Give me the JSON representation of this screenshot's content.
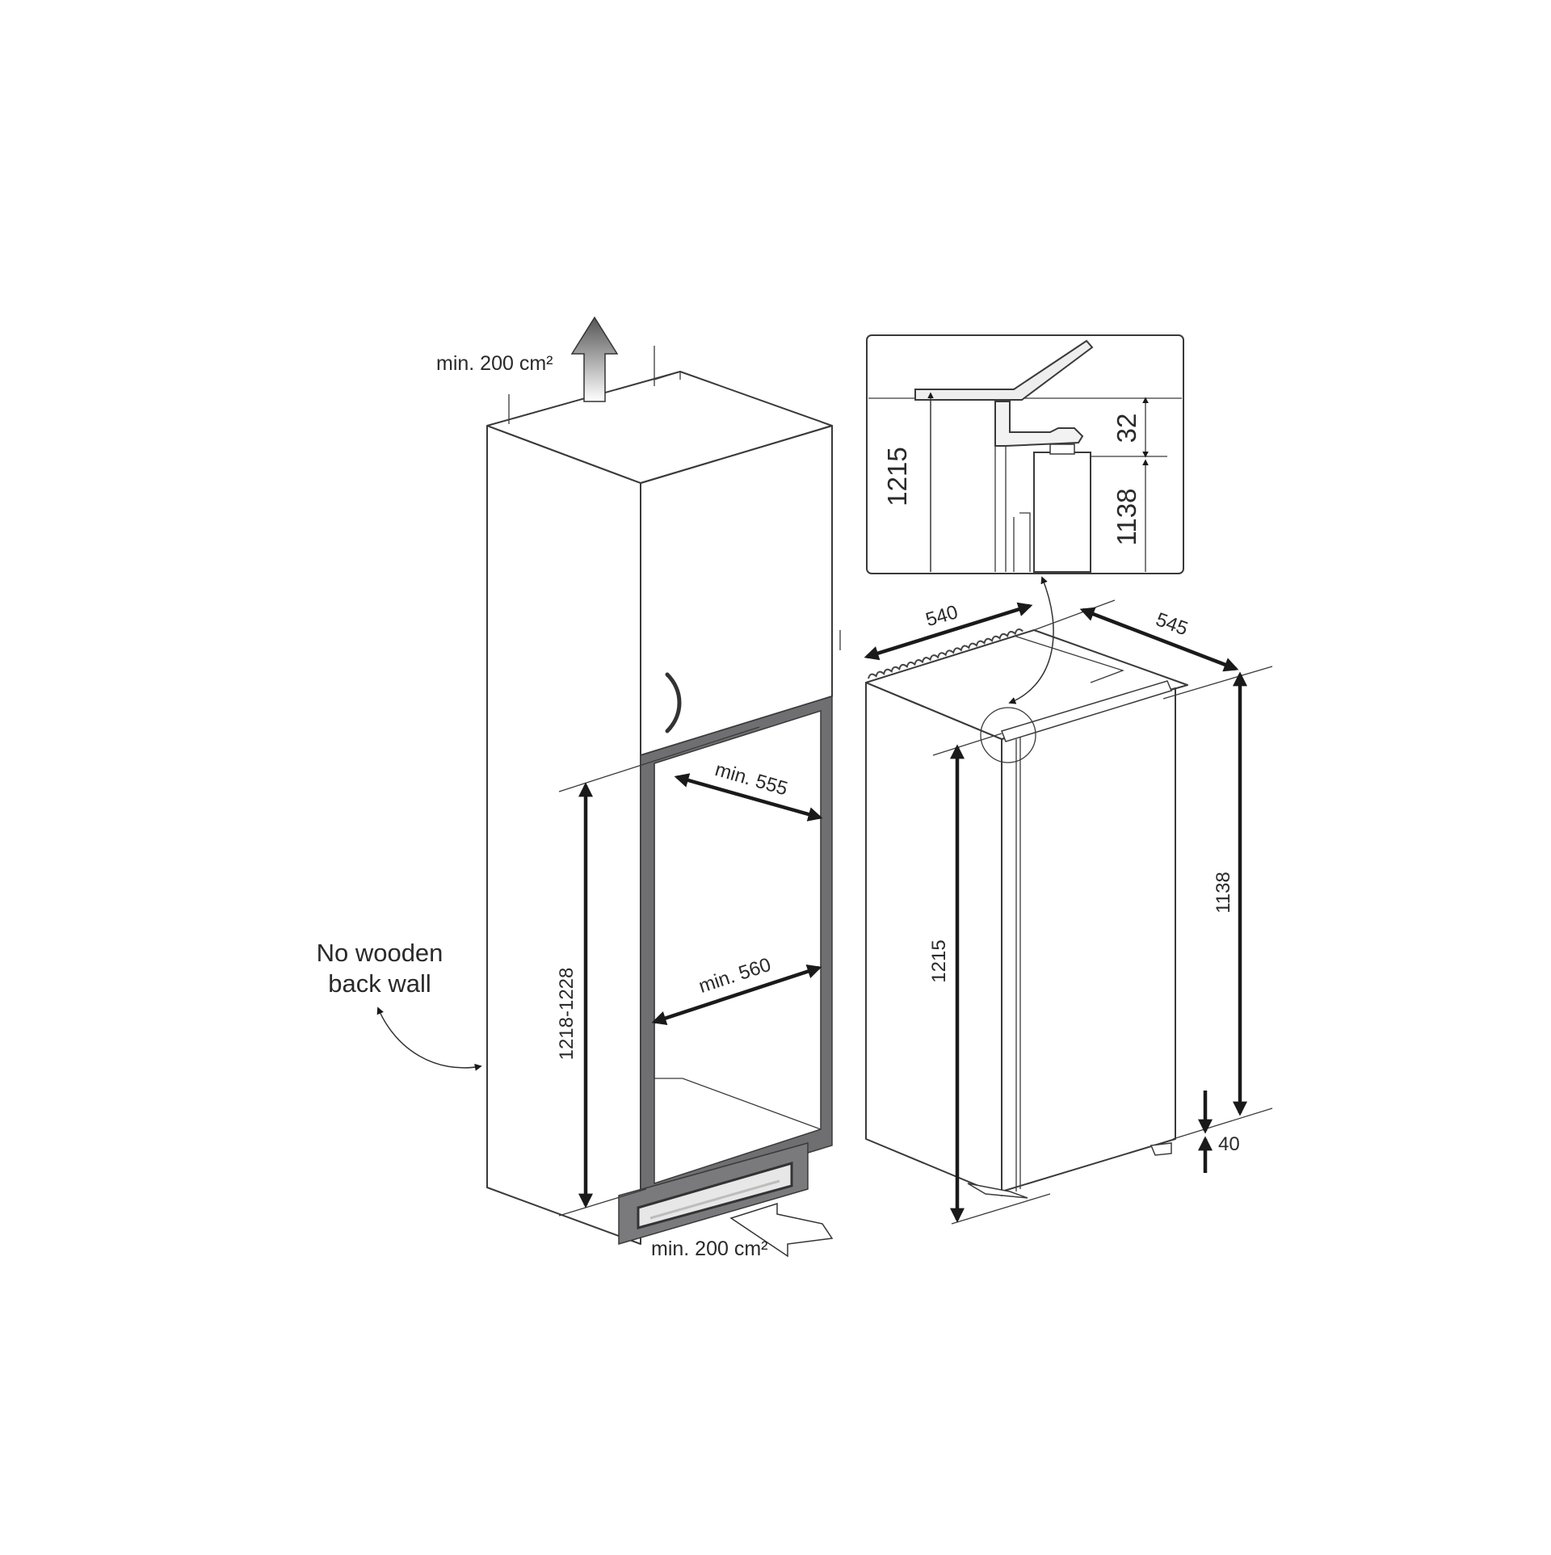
{
  "left_figure": {
    "vent_top_label": "min. 200 cm²",
    "vent_bottom_label": "min. 200 cm²",
    "back_wall_note_line1": "No wooden",
    "back_wall_note_line2": "back wall",
    "niche_height": "1218-1228",
    "niche_depth": "min. 555",
    "niche_width": "min. 560"
  },
  "detail_inset": {
    "total_height": "1215",
    "hinge_offset": "32",
    "appliance_height": "1138"
  },
  "right_figure": {
    "width": "540",
    "depth": "545",
    "height_left": "1215",
    "height_right": "1138",
    "foot_gap": "40"
  },
  "colors": {
    "line": "#3a3a3a",
    "cabinet_door": "#a7a7aa",
    "niche_frame": "#6f6f72",
    "plinth": "#7a7a7d",
    "cabinet_body": "#ffffff",
    "appliance_body": "#f4f4f4"
  }
}
